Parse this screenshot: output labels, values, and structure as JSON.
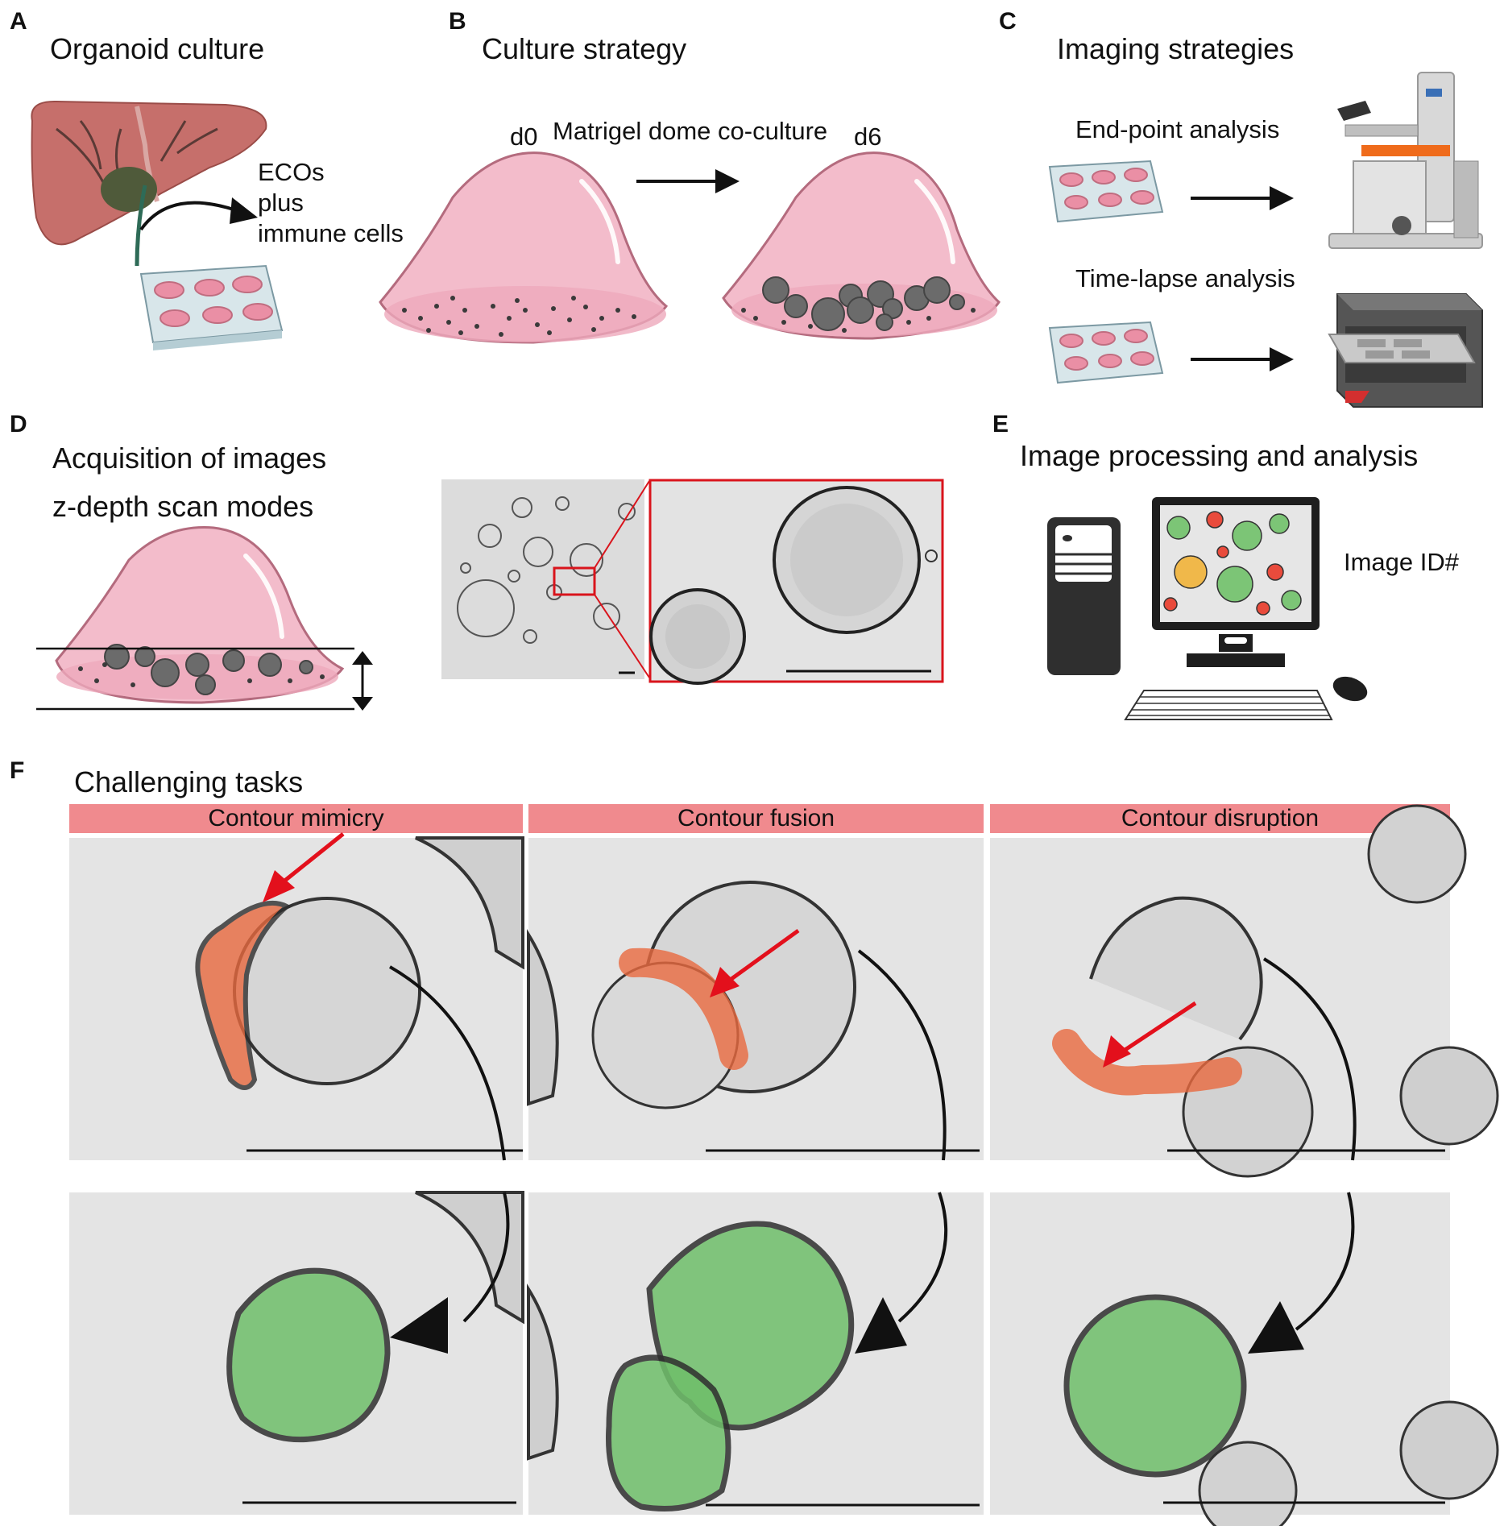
{
  "panels": {
    "a": {
      "letter": "A",
      "title": "Organoid culture",
      "label_lines": [
        "ECOs",
        "plus",
        "immune cells"
      ]
    },
    "b": {
      "letter": "B",
      "title": "Culture strategy",
      "day_start": "d0",
      "day_end": "d6",
      "arrow_label": "Matrigel dome co-culture"
    },
    "c": {
      "letter": "C",
      "title": "Imaging strategies",
      "row1_label": "End-point analysis",
      "row2_label": "Time-lapse analysis"
    },
    "d": {
      "letter": "D",
      "title_line1": "Acquisition of images",
      "title_line2": "z-depth scan modes"
    },
    "e": {
      "letter": "E",
      "title": "Image processing and analysis",
      "image_label": "Image ID#"
    },
    "f": {
      "letter": "F",
      "title": "Challenging tasks",
      "columns": [
        "Contour mimicry",
        "Contour fusion",
        "Contour disruption"
      ]
    }
  },
  "colors": {
    "dome_pink": "#f3bccb",
    "header_pink": "#f08a8e",
    "red_arrow": "#e3101c",
    "orange_overlay": "#e8693f",
    "green_overlay": "#6fbf6a",
    "instrument_orange": "#ef6b1b"
  }
}
